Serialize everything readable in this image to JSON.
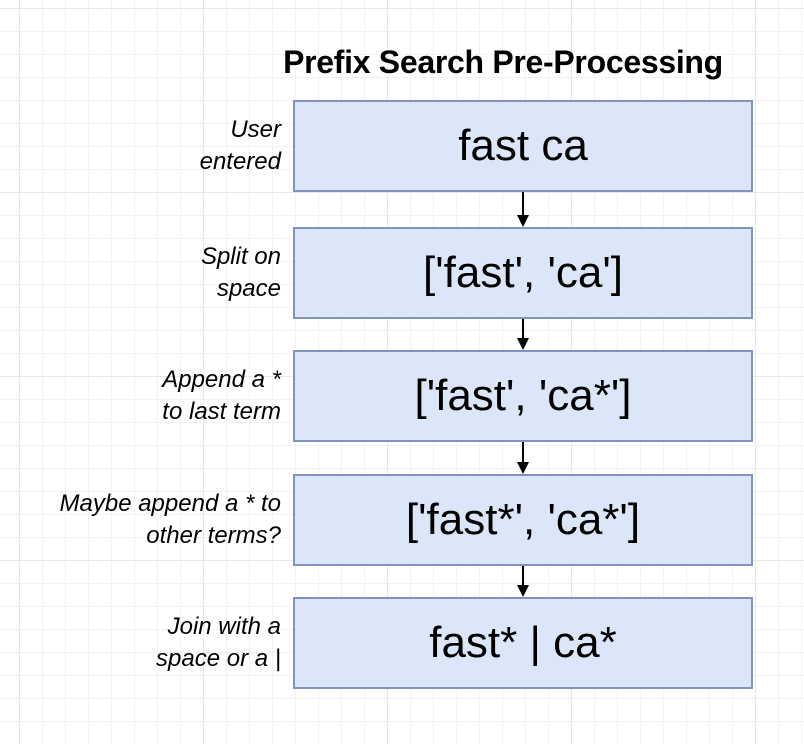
{
  "title": "Prefix Search Pre-Processing",
  "colors": {
    "box-fill": "#dbe7f8",
    "box-stroke": "#8093c2",
    "arrow": "#000000",
    "grid-minor": "#f2f2f2",
    "grid-major": "#e8e8e8",
    "canvas-bg": "#ffffff",
    "text": "#000000"
  },
  "chart_data": {
    "type": "flowchart",
    "title": "Prefix Search Pre-Processing",
    "direction": "top-down",
    "steps": [
      {
        "label": "User entered",
        "value": "fast ca"
      },
      {
        "label": "Split on space",
        "value": "['fast', 'ca']"
      },
      {
        "label": "Append a * to last term",
        "value": "['fast', 'ca*']"
      },
      {
        "label": "Maybe append a * to other terms?",
        "value": "['fast*', 'ca*']"
      },
      {
        "label": "Join with a space or a |",
        "value": "fast* | ca*"
      }
    ]
  },
  "steps": [
    {
      "label_line1": "User",
      "label_line2": "entered",
      "box": "fast ca"
    },
    {
      "label_line1": "Split on",
      "label_line2": "space",
      "box": "['fast', 'ca']"
    },
    {
      "label_line1": "Append a *",
      "label_line2": "to last term",
      "box": "['fast', 'ca*']"
    },
    {
      "label_line1": "Maybe append a * to",
      "label_line2": "other terms?",
      "box": "['fast*', 'ca*']"
    },
    {
      "label_line1": "Join with a",
      "label_line2": "space or a |",
      "box": "fast* | ca*"
    }
  ]
}
